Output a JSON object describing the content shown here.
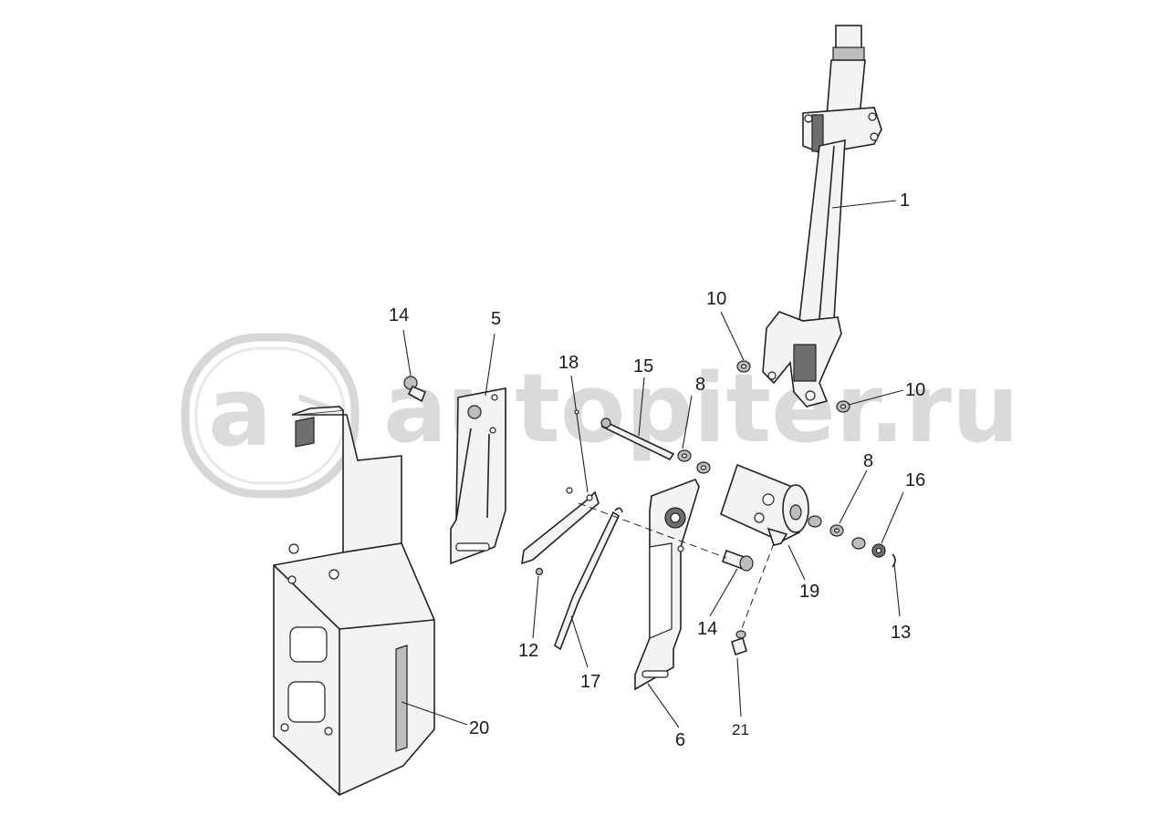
{
  "watermark": {
    "text": "autopiter.ru",
    "logo_glyph": "a",
    "color": "#d3d3d3"
  },
  "labels": {
    "l1": "1",
    "l5": "5",
    "l6": "6",
    "l8a": "8",
    "l8b": "8",
    "l10a": "10",
    "l10b": "10",
    "l12": "12",
    "l13": "13",
    "l14a": "14",
    "l14b": "14",
    "l15": "15",
    "l16": "16",
    "l17": "17",
    "l18": "18",
    "l19": "19",
    "l20": "20",
    "l21": "21"
  }
}
